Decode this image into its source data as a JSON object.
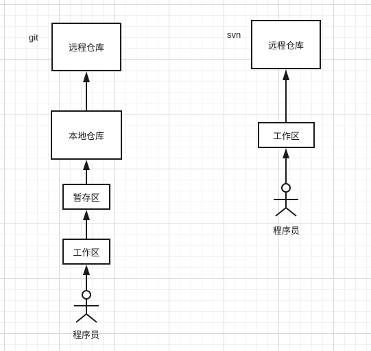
{
  "git": {
    "label": "git",
    "remote_repo": "远程仓库",
    "local_repo": "本地仓库",
    "staging": "暂存区",
    "workspace": "工作区",
    "programmer": "程序员"
  },
  "svn": {
    "label": "svn",
    "remote_repo": "远程仓库",
    "workspace": "工作区",
    "programmer": "程序员"
  },
  "colors": {
    "stroke": "#1a1a1a",
    "grid_major": "#d9d9d9",
    "grid_minor": "#f1f1f1"
  }
}
